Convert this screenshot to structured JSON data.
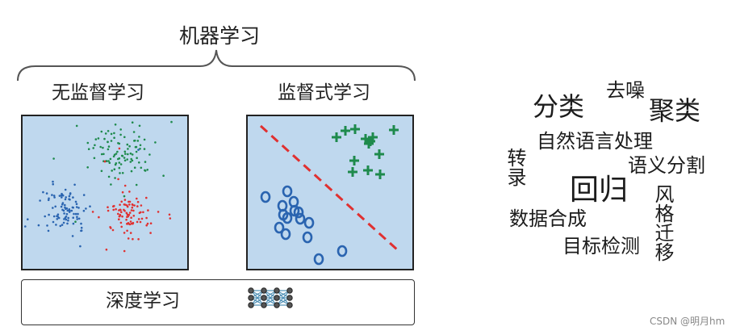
{
  "title": "机器学习",
  "unsupervised_label": "无监督学习",
  "supervised_label": "监督式学习",
  "deep_learning_label": "深度学习",
  "word_cloud": {
    "classification": "分类",
    "denoise": "去噪",
    "clustering": "聚类",
    "nlp": "自然语言处理",
    "translation": "转录",
    "semantic_segmentation": "语义分割",
    "regression": "回归",
    "data_synthesis": "数据合成",
    "style_transfer": "风格迁移",
    "object_detection": "目标检测"
  },
  "watermark": "CSDN @明月hm",
  "colors": {
    "panel_bg": "#bfd8ee",
    "green": "#1e8a4c",
    "blue": "#2a64b0",
    "red": "#e03030"
  }
}
